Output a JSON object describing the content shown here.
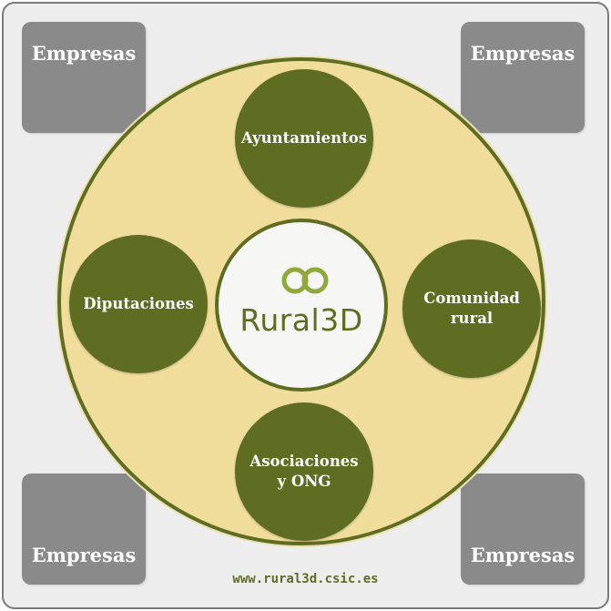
{
  "corners": {
    "top_left": "Empresas",
    "top_right": "Empresas",
    "bottom_left": "Empresas",
    "bottom_right": "Empresas"
  },
  "nodes": {
    "top": "Ayuntamientos",
    "left": "Diputaciones",
    "right": "Comunidad rural",
    "bottom": "Asociaciones y ONG"
  },
  "center": {
    "logo_text": "Rural3D",
    "logo_icon": "rings-icon"
  },
  "footer": {
    "url": "www.rural3d.csic.es"
  },
  "colors": {
    "accent": "#5f6d23",
    "logo_ring": "#8fa83a",
    "circle_fill": "#f0dd9c",
    "corner_fill": "#8a8a8a",
    "background": "#ededed"
  }
}
